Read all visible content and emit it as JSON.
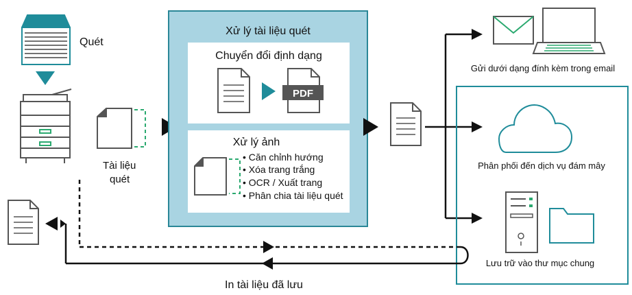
{
  "labels": {
    "scan": "Quét",
    "scanned_doc_line1": "Tài liệu",
    "scanned_doc_line2": "quét",
    "process_title": "Xử lý tài liệu quét",
    "format_title": "Chuyển đổi định dạng",
    "pdf": "PDF",
    "image_title": "Xử lý ảnh",
    "image_items": [
      "• Căn chỉnh hướng",
      "• Xóa trang trắng",
      "• OCR / Xuất trang",
      "• Phân chia tài liệu quét"
    ],
    "email": "Gửi dưới dạng đính kèm trong email",
    "cloud": "Phân phối đến dịch vụ đám mây",
    "shared_folder": "Lưu trữ vào thư mục chung",
    "print_saved": "In tài liệu đã lưu"
  },
  "colors": {
    "accent": "#1a8a94",
    "accent_light": "#2aa96f",
    "process_bg": "#a9d4e2",
    "process_border": "#2a8797",
    "pdf_badge": "#555555",
    "line": "#111111"
  }
}
